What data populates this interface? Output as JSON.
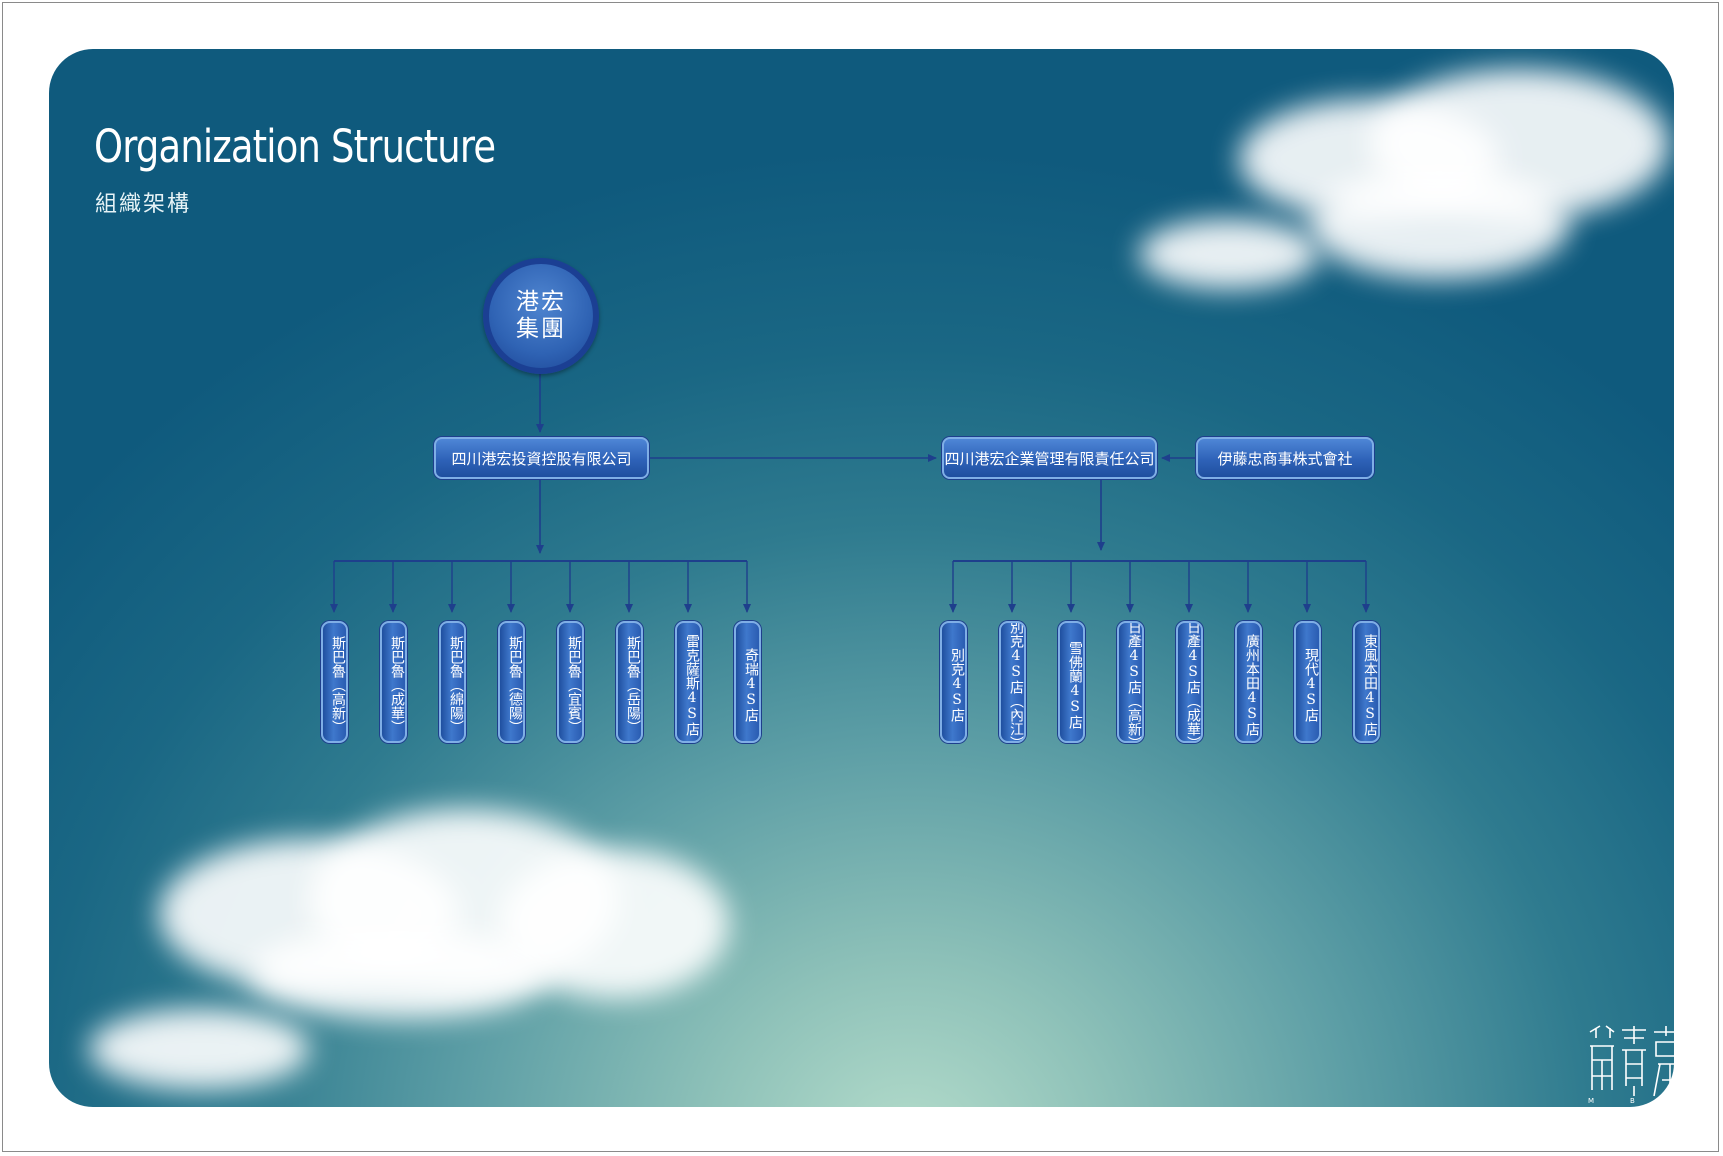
{
  "header": {
    "title_en": "Organization Structure",
    "title_zh": "組織架構"
  },
  "root": {
    "line1": "港宏",
    "line2": "集團"
  },
  "left_company": {
    "label": "四川港宏投資控股有限公司"
  },
  "right_company": {
    "label": "四川港宏企業管理有限責任公司"
  },
  "partner": {
    "label": "伊藤忠商事株式會社"
  },
  "left_stores": [
    {
      "label": "斯巴魯（高新）"
    },
    {
      "label": "斯巴魯（成華）"
    },
    {
      "label": "斯巴魯（綿陽）"
    },
    {
      "label": "斯巴魯（德陽）"
    },
    {
      "label": "斯巴魯（宜賓）"
    },
    {
      "label": "斯巴魯（岳陽）"
    },
    {
      "label": "雷克薩斯4S店"
    },
    {
      "label": "奇瑞4S店"
    }
  ],
  "right_stores": [
    {
      "label": "別克4S店"
    },
    {
      "label": "別克4S店（內江）"
    },
    {
      "label": "雪佛蘭4S店"
    },
    {
      "label": "日產4S店（高新）"
    },
    {
      "label": "日產4S店（成華）"
    },
    {
      "label": "廣州本田4S店"
    },
    {
      "label": "現代4S店"
    },
    {
      "label": "東風本田4S店"
    }
  ],
  "colors": {
    "node_fill": "#2f63b4",
    "node_border": "#7faee6",
    "connector": "#1e3f8c"
  },
  "logo": {
    "icon": "brand-seal-icon"
  }
}
